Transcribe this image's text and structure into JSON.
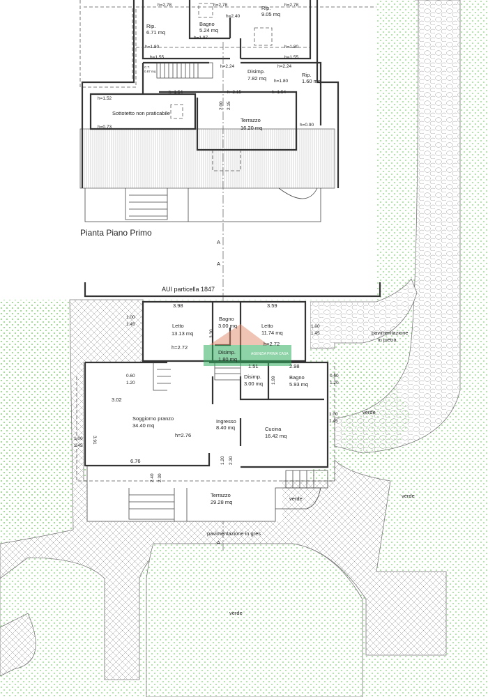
{
  "title": "Pianta Piano Primo",
  "section_marker": "A",
  "first_floor": {
    "rooms": [
      {
        "name": "Rip.",
        "area": "6.71 mq"
      },
      {
        "name": "Bagno",
        "area": "5.24 mq"
      },
      {
        "name": "Rip.",
        "area": "9.05 mq"
      },
      {
        "name": "C.T.",
        "area": "0.87 mq"
      },
      {
        "name": "Disimp.",
        "area": "7.82 mq"
      },
      {
        "name": "Rip.",
        "area": "1.60 mq"
      },
      {
        "name": "Sottotetto non praticabile",
        "area": ""
      },
      {
        "name": "Terrazzo",
        "area": "16.20 mq"
      }
    ],
    "heights": [
      "h=2.78",
      "h=2.78",
      "h=2.78",
      "h=2.40",
      "h=1.97",
      "h=1.80",
      "h=1.80",
      "h=1.55",
      "h=1.55",
      "h=2.24",
      "h=2.24",
      "h=1.80",
      "h=1.54",
      "h=2.15",
      "h=1.54",
      "h=1.52",
      "h=0.73",
      "h=0.90"
    ],
    "dims": [
      "2.00",
      "2.15"
    ]
  },
  "ground_floor": {
    "boundary_label": "AUI particella 1847",
    "rooms": [
      {
        "name": "Letto",
        "area": "13.13 mq",
        "h": "h=2.72",
        "dim": "3.98"
      },
      {
        "name": "Bagno",
        "area": "3.00 mq"
      },
      {
        "name": "Letto",
        "area": "11.74 mq",
        "h": "h=2.72",
        "dim": "3.59"
      },
      {
        "name": "Disimp.",
        "area": "1.80 mq"
      },
      {
        "name": "Disimp.",
        "area": "3.00 mq",
        "dim": "1.51"
      },
      {
        "name": "Bagno",
        "area": "5.93 mq",
        "dim": "2.98"
      },
      {
        "name": "Soggiorno pranzo",
        "area": "34.40 mq",
        "h": "h=2.76",
        "dim": "3.02"
      },
      {
        "name": "Ingresso",
        "area": "8.40 mq"
      },
      {
        "name": "Cucina",
        "area": "16.42 mq"
      },
      {
        "name": "Terrazzo",
        "area": "29.28 mq"
      }
    ],
    "windows": [
      [
        "1.00",
        "1.45"
      ],
      [
        "1.00",
        "1.45"
      ],
      [
        "0.60",
        "1.20"
      ],
      [
        "0.60",
        "1.20"
      ],
      [
        "1.00",
        "1.45"
      ],
      [
        "1.00",
        "1.45"
      ]
    ],
    "dims": [
      "3.30",
      "1.99",
      "3.91",
      "6.76",
      "2.40",
      "2.30",
      "1.20",
      "2.30"
    ],
    "exterior": {
      "stone": "pavimentazione\nin pietra",
      "stone_l1": "pavimentazione",
      "stone_l2": "in pietra",
      "gres": "pavimentazione in gres",
      "green": [
        "verde",
        "verde",
        "verde",
        "verde"
      ]
    }
  },
  "watermark": "AGENZIA PRIMA CASA",
  "colors": {
    "green_dot": "#7bd36b",
    "wall": "#333333",
    "watermark": "#2fae5e"
  }
}
